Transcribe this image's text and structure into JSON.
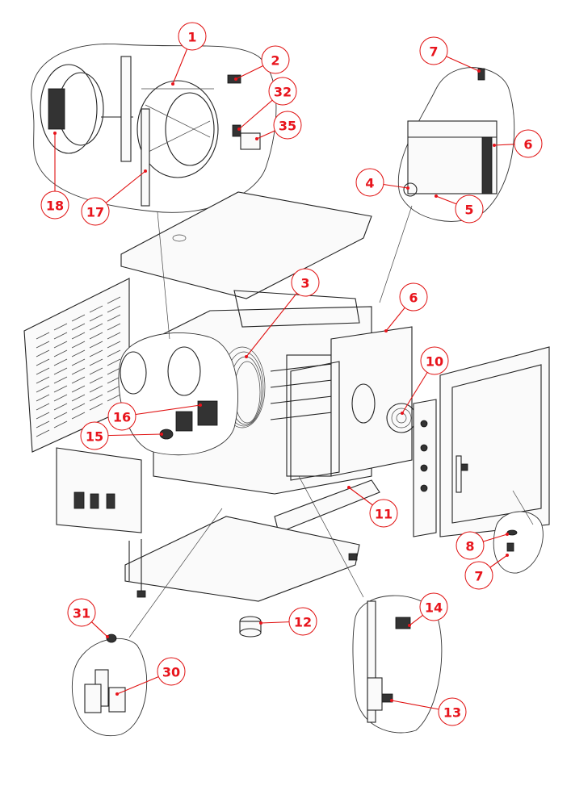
{
  "colors": {
    "accent": "#e8141c",
    "line": "#222222",
    "background": "#ffffff"
  },
  "callouts": [
    {
      "id": "1",
      "label": "1"
    },
    {
      "id": "2",
      "label": "2"
    },
    {
      "id": "32",
      "label": "32"
    },
    {
      "id": "35",
      "label": "35"
    },
    {
      "id": "18",
      "label": "18"
    },
    {
      "id": "17",
      "label": "17"
    },
    {
      "id": "7a",
      "label": "7"
    },
    {
      "id": "6a",
      "label": "6"
    },
    {
      "id": "4",
      "label": "4"
    },
    {
      "id": "5",
      "label": "5"
    },
    {
      "id": "3",
      "label": "3"
    },
    {
      "id": "6b",
      "label": "6"
    },
    {
      "id": "10",
      "label": "10"
    },
    {
      "id": "16",
      "label": "16"
    },
    {
      "id": "15",
      "label": "15"
    },
    {
      "id": "11",
      "label": "11"
    },
    {
      "id": "8",
      "label": "8"
    },
    {
      "id": "7b",
      "label": "7"
    },
    {
      "id": "31",
      "label": "31"
    },
    {
      "id": "12",
      "label": "12"
    },
    {
      "id": "14",
      "label": "14"
    },
    {
      "id": "30",
      "label": "30"
    },
    {
      "id": "13",
      "label": "13"
    }
  ]
}
